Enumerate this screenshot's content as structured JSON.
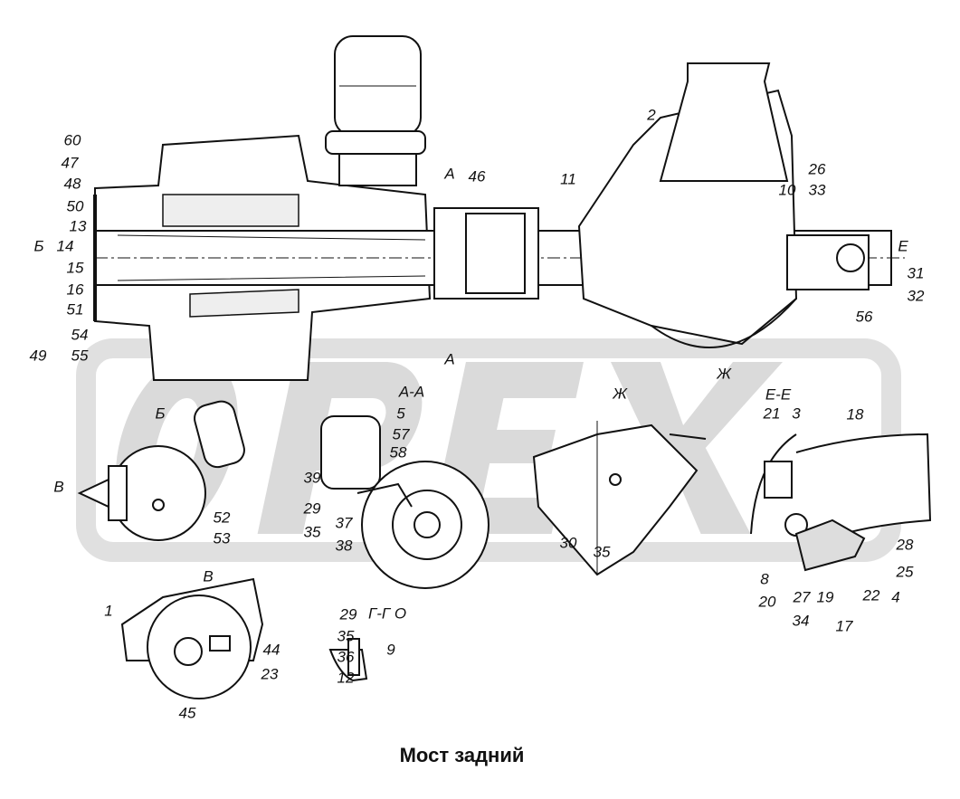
{
  "title": "Мост задний",
  "watermark": "OPEX",
  "labels": [
    "60",
    "47",
    "48",
    "50",
    "13",
    "Б",
    "14",
    "15",
    "16",
    "51",
    "49",
    "54",
    "55",
    "А",
    "46",
    "11",
    "2",
    "26",
    "33",
    "10",
    "Е",
    "31",
    "32",
    "56",
    "Ж",
    "А",
    "А-А",
    "Б",
    "5",
    "57",
    "58",
    "39",
    "29",
    "35",
    "37",
    "38",
    "В",
    "52",
    "53",
    "Ж",
    "30",
    "35",
    "Е-Е",
    "3",
    "21",
    "18",
    "28",
    "25",
    "8",
    "20",
    "27",
    "19",
    "22",
    "4",
    "34",
    "17",
    "В",
    "1",
    "44",
    "23",
    "45",
    "29",
    "Г-Г О",
    "35",
    "36",
    "12",
    "9"
  ]
}
